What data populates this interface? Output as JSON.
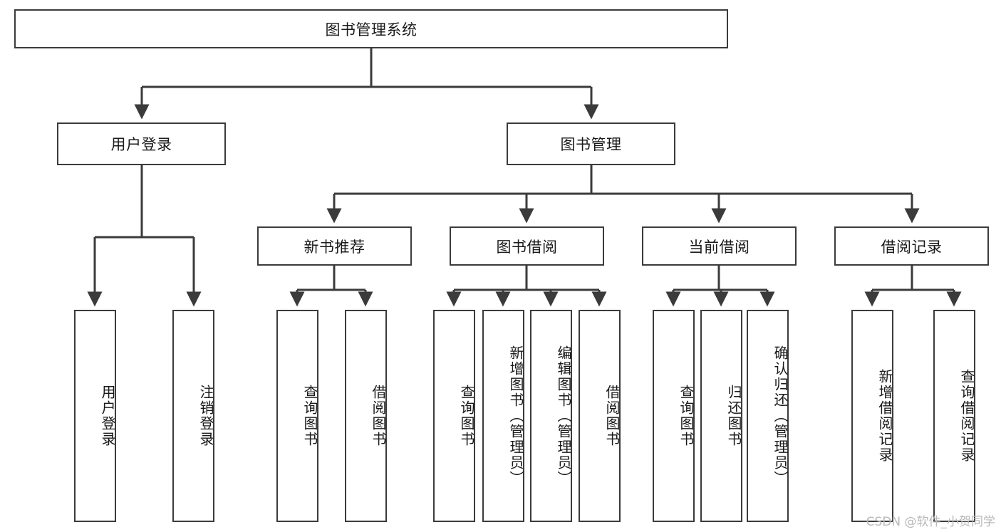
{
  "diagram": {
    "title": "图书管理系统",
    "type": "hierarchy-tree",
    "root": {
      "label": "图书管理系统"
    },
    "level1": [
      {
        "label": "用户登录"
      },
      {
        "label": "图书管理"
      }
    ],
    "level2": [
      {
        "label": "新书推荐"
      },
      {
        "label": "图书借阅"
      },
      {
        "label": "当前借阅"
      },
      {
        "label": "借阅记录"
      }
    ],
    "leaves": {
      "user_login": [
        {
          "label": "用户登录"
        },
        {
          "label": "注销登录"
        }
      ],
      "new_book_recommend": [
        {
          "label": "查询图书"
        },
        {
          "label": "借阅图书"
        }
      ],
      "book_borrow": [
        {
          "label": "查询图书"
        },
        {
          "label": "新增图书（管理员）"
        },
        {
          "label": "编辑图书（管理员）"
        },
        {
          "label": "借阅图书"
        }
      ],
      "current_borrow": [
        {
          "label": "查询图书"
        },
        {
          "label": "归还图书"
        },
        {
          "label": "确认归还（管理员）"
        }
      ],
      "borrow_record": [
        {
          "label": "新增借阅记录"
        },
        {
          "label": "查询借阅记录"
        }
      ]
    }
  },
  "watermark": {
    "text": "CSDN @软件_小贺同学"
  },
  "colors": {
    "stroke": "#3b3b3b",
    "fill": "#ffffff",
    "text": "#1a1a1a",
    "watermark": "#b9b9b9"
  }
}
